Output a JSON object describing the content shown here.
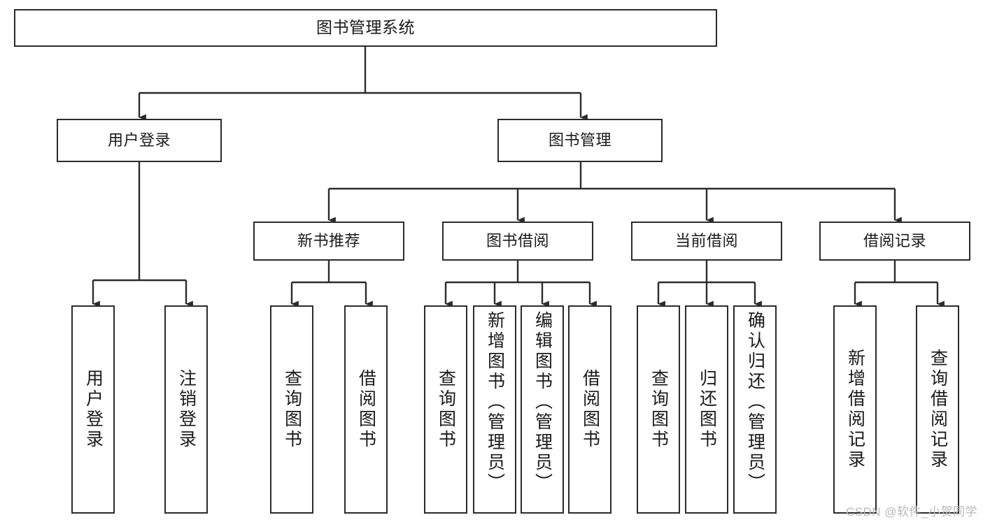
{
  "diagram": {
    "title": "图书管理系统",
    "type": "hierarchy-tree",
    "watermark": "CSDN @软件_小贺同学",
    "colors": {
      "box_border": "#2b2b2b",
      "box_fill": "#ffffff",
      "connector": "#2b2b2b",
      "text": "#1a1a1a",
      "watermark": "#b9b9b9",
      "background": "#ffffff"
    }
  },
  "nodes": {
    "root": {
      "label": "图书管理系统"
    },
    "level2": [
      {
        "label": "用户登录"
      },
      {
        "label": "图书管理"
      }
    ],
    "level3": [
      {
        "label": "新书推荐"
      },
      {
        "label": "图书借阅"
      },
      {
        "label": "当前借阅"
      },
      {
        "label": "借阅记录"
      }
    ],
    "leaves": {
      "user_login": [
        {
          "label": "用户登录"
        },
        {
          "label": "注销登录"
        }
      ],
      "new_book_rec": [
        {
          "label": "查询图书"
        },
        {
          "label": "借阅图书"
        }
      ],
      "book_borrow": [
        {
          "label": "查询图书"
        },
        {
          "label": "新增图书（管理员）"
        },
        {
          "label": "编辑图书（管理员）"
        },
        {
          "label": "借阅图书"
        }
      ],
      "current_borrow": [
        {
          "label": "查询图书"
        },
        {
          "label": "归还图书"
        },
        {
          "label": "确认归还（管理员）"
        }
      ],
      "borrow_record": [
        {
          "label": "新增借阅记录"
        },
        {
          "label": "查询借阅记录"
        }
      ]
    }
  }
}
